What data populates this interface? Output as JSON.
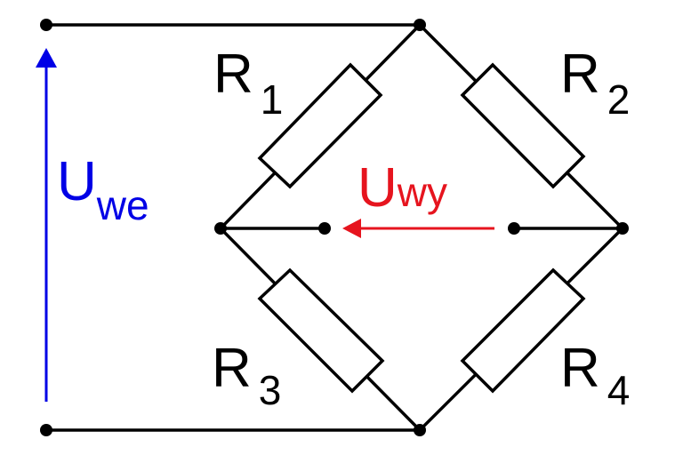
{
  "diagram": {
    "type": "wheatstone-bridge",
    "resistors": [
      {
        "id": "R1",
        "letter": "R",
        "index": "1"
      },
      {
        "id": "R2",
        "letter": "R",
        "index": "2"
      },
      {
        "id": "R3",
        "letter": "R",
        "index": "3"
      },
      {
        "id": "R4",
        "letter": "R",
        "index": "4"
      }
    ],
    "input_voltage": {
      "letter": "U",
      "subscript": "we",
      "color": "#0000e6"
    },
    "output_voltage": {
      "letter": "U",
      "subscript": "wy",
      "color": "#e6141e"
    },
    "wire_color": "#000000"
  }
}
